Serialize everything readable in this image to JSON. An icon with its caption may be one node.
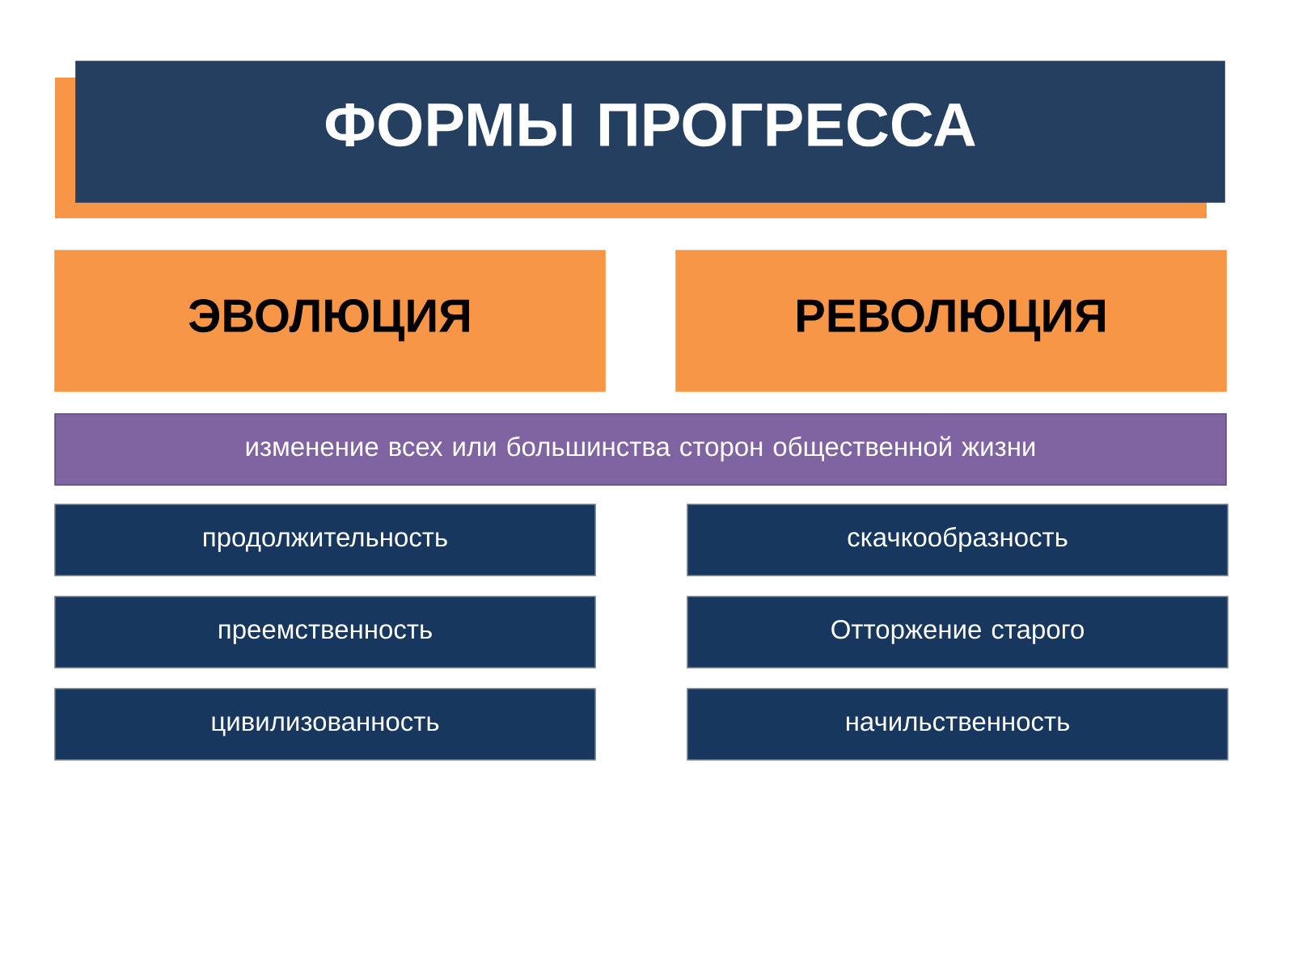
{
  "diagram": {
    "nodes": [
      {
        "text": [
          "ФОРМЫ ПРОГРЕССА"
        ]
      },
      {
        "text": [
          "ЭВОЛЮЦИЯ"
        ]
      },
      {
        "text": [
          "РЕВОЛЮЦИЯ"
        ]
      },
      {
        "text": [
          "изменение всех или большинства сторон общественной жизни"
        ]
      },
      {
        "text": [
          "продолжительность"
        ]
      },
      {
        "text": [
          "скачкообразность"
        ]
      },
      {
        "text": [
          "преемственность"
        ]
      },
      {
        "text": [
          "Отторжение старого"
        ]
      },
      {
        "text": [
          "цивилизованность"
        ]
      },
      {
        "text": [
          "начильственность"
        ]
      }
    ]
  }
}
